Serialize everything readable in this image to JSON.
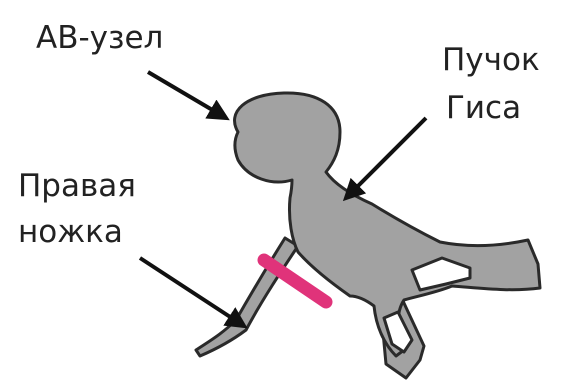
{
  "labels": {
    "av_node": "АВ-узел",
    "bundle_line1": "Пучок",
    "bundle_line2": "Гиса",
    "right_branch_line1": "Правая",
    "right_branch_line2": "ножка"
  },
  "colors": {
    "background": "#ffffff",
    "tissue_fill": "#a2a2a2",
    "outline": "#2a2a2a",
    "lesion_marker": "#e0337a",
    "arrow": "#111111",
    "text": "#222222"
  }
}
